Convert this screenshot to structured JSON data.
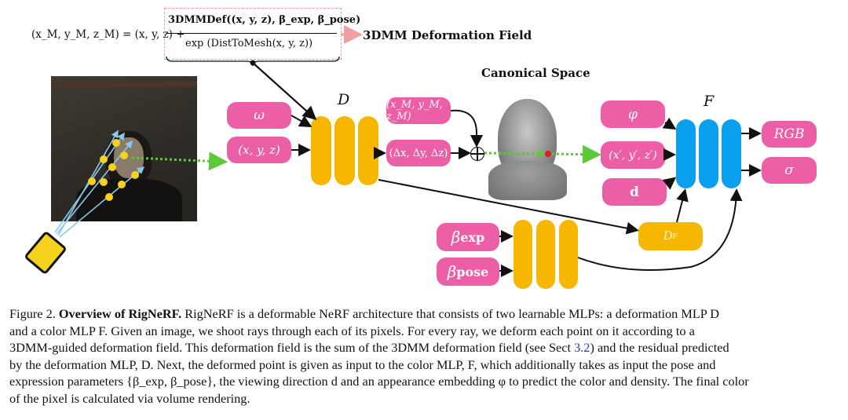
{
  "formula": {
    "lhs": "(x_M, y_M, z_M) = (x, y, z) +",
    "numerator": "3DMMDef((x, y, z), β_exp, β_pose)",
    "denominator": "exp (DistToMesh(x, y, z))",
    "arrow_label": "3DMM Deformation Field"
  },
  "labels": {
    "deformation_mlp": "D",
    "color_mlp": "F",
    "canonical_space": "Canonical Space"
  },
  "inputs_D": {
    "omega": "ω",
    "xyz": "(x, y, z)"
  },
  "outputs_D": {
    "xyz_m": "(x_M, y_M, z_M)",
    "delta": "(Δx, Δy, Δz)"
  },
  "inputs_F": {
    "phi": "φ",
    "xyz_prime": "(x′, y′, z′)",
    "d": "d"
  },
  "outputs_F": {
    "rgb": "RGB",
    "sigma": "σ"
  },
  "expression": {
    "beta_exp": "β",
    "beta_exp_sub": "exp",
    "beta_pose": "β",
    "beta_pose_sub": "pose",
    "df": "D",
    "df_sub": "F"
  },
  "colors": {
    "pink": "#ec5fa6",
    "yellow": "#f7b600",
    "blue": "#0aa0f0",
    "green_ray": "#5cc83a",
    "arrow_pink": "#f0a0a0"
  },
  "caption": {
    "prefix": "Figure 2.",
    "title": "Overview of RigNeRF.",
    "line1": " RigNeRF is a deformable NeRF architecture that consists of two learnable MLPs: a deformation MLP D",
    "line2": "and a color MLP F. Given an image, we shoot rays through each of its pixels. For every ray, we deform each point on it according to a",
    "line3a": "3DMM-guided deformation field. This deformation field is the sum of the 3DMM deformation field (see Sect ",
    "line3_link": "3.2",
    "line3b": ") and the residual predicted",
    "line4": "by the deformation MLP, D. Next, the deformed point is given as input to the color MLP, F, which additionally takes as input the pose and",
    "line5": "expression parameters {β_exp, β_pose}, the viewing direction d and an appearance embedding φ to predict the color and density. The final color",
    "line6": "of the pixel is calculated via volume rendering."
  }
}
